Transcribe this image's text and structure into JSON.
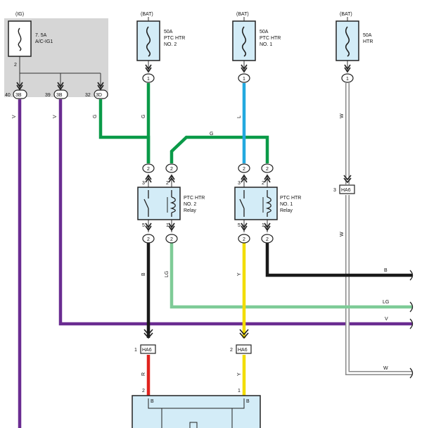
{
  "supplies": {
    "ig": "(IG)",
    "bat1": "(BAT)",
    "bat2": "(BAT)",
    "bat3": "(BAT)"
  },
  "fuses": {
    "ig_fuse": [
      "7. 5A",
      "A/C-IG1"
    ],
    "ptc2_fuse": [
      "50A",
      "PTC HTR",
      "NO. 2"
    ],
    "ptc1_fuse": [
      "50A",
      "PTC HTR",
      "NO. 1"
    ],
    "htr_fuse": [
      "50A",
      "HTR"
    ]
  },
  "relays": {
    "relay2": [
      "PTC HTR",
      "NO. 2",
      "Relay"
    ],
    "relay1": [
      "PTC HTR",
      "NO. 1",
      "Relay"
    ]
  },
  "connectors": {
    "ig_fuse_pin": "2",
    "j_3b_a": "3B",
    "j_3b_a_pin": "40",
    "j_3b_b": "3B",
    "j_3b_b_pin": "39",
    "j_3d": "3D",
    "j_3d_pin": "32",
    "bat_pin_a": "1",
    "bat_pin_b": "1",
    "bat_pin_c": "1",
    "r2_top_a": "2",
    "r2_top_b": "2",
    "r1_top_a": "2",
    "r1_top_b": "2",
    "r2_bot_a": "2",
    "r2_bot_b": "2",
    "r1_bot_a": "2",
    "r1_bot_b": "2",
    "r2_pin3": "3",
    "r2_pin5": "5",
    "r2_pin1": "1",
    "r2_pin2": "2",
    "r1_pin3": "3",
    "r1_pin5": "5",
    "r1_pin1": "1",
    "r1_pin2": "2",
    "ha6_a": "HA6",
    "ha6_a_pin": "3",
    "ha6_b": "HA6",
    "ha6_b_pin": "1",
    "ha6_c": "HA6",
    "ha6_c_pin": "2",
    "bottom_pin_a": "2",
    "bottom_pin_b": "1",
    "bottom_b_a": "B",
    "bottom_b_b": "B"
  },
  "wire_labels": {
    "v1": "V",
    "v2": "V",
    "g1": "G",
    "g2": "G",
    "g_top": "G",
    "l1": "L",
    "w1": "W",
    "w2": "W",
    "b1": "B",
    "lg1": "LG",
    "y1": "Y",
    "y2": "Y",
    "r1": "R",
    "right_b": "B",
    "right_lg": "LG",
    "right_v": "V",
    "right_w": "W"
  },
  "colors": {
    "violet": "#6a2c91",
    "green": "#0a9a48",
    "blue": "#23a9df",
    "black": "#1a1a1a",
    "light_green": "#7ecb97",
    "yellow": "#f2dd00",
    "red": "#e0231e",
    "white_wire": "#8a8a8a",
    "component_fill": "#d3ecf7",
    "shade": "#d6d6d6"
  }
}
